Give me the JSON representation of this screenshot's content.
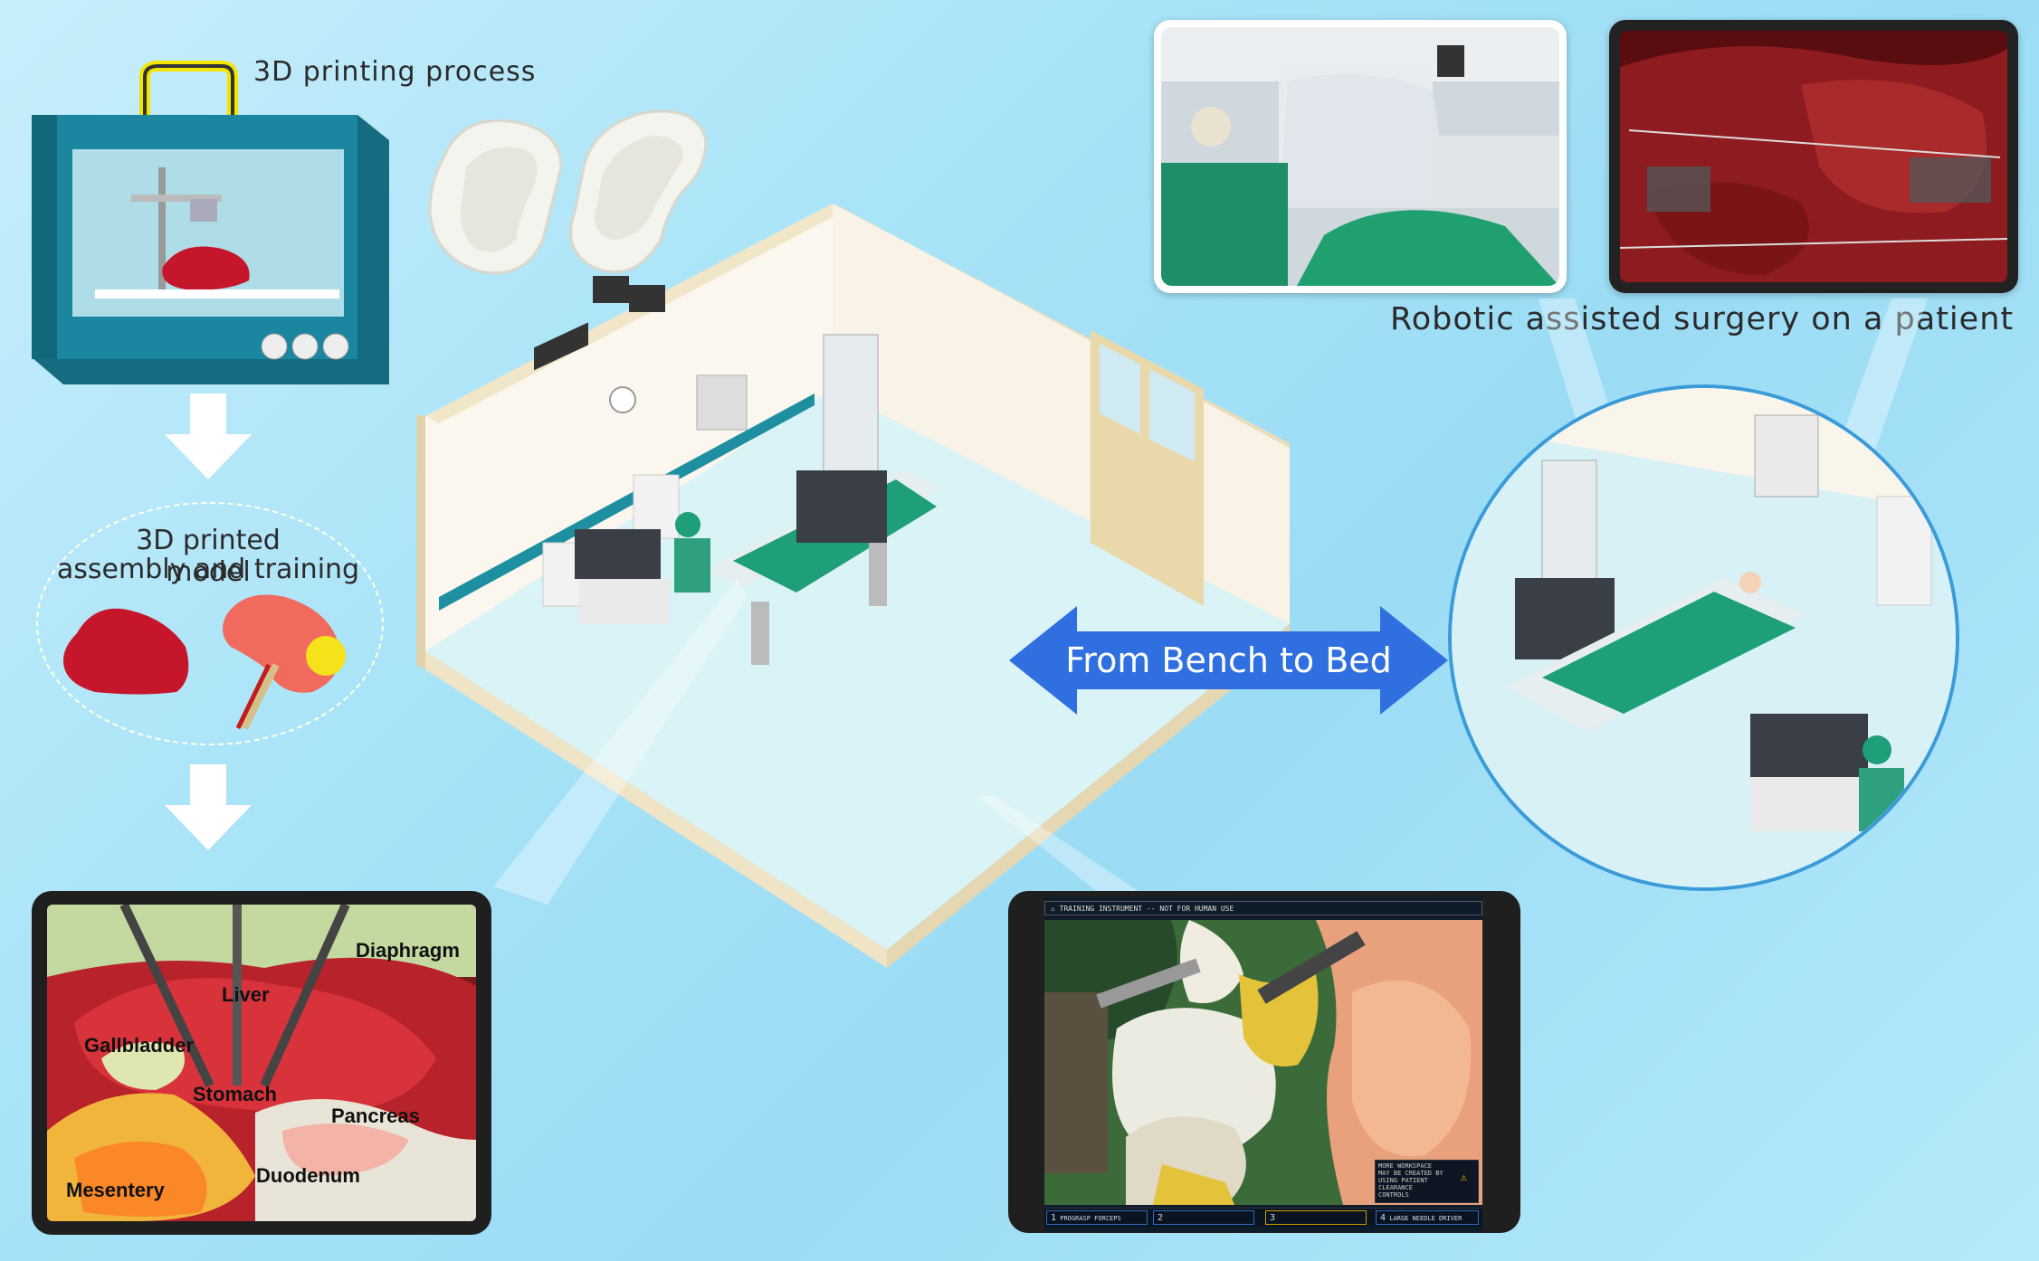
{
  "left": {
    "printing_title": "3D printing process",
    "assembly_title_line1": "3D printed model",
    "assembly_title_line2": "assembly and training"
  },
  "organ_labels": {
    "diaphragm": "Diaphragm",
    "liver": "Liver",
    "gallbladder": "Gallbladder",
    "stomach": "Stomach",
    "pancreas": "Pancreas",
    "mesentery": "Mesentery",
    "duodenum": "Duodenum"
  },
  "center": {
    "bench_to_bed": "From Bench to Bed"
  },
  "right": {
    "robotic_caption": "Robotic assisted surgery on a patient"
  },
  "console": {
    "warning_banner": "TRAINING INSTRUMENT -- NOT FOR HUMAN USE",
    "workspace_notice_1": "MORE WORKSPACE",
    "workspace_notice_2": "MAY BE CREATED BY",
    "workspace_notice_3": "USING PATIENT",
    "workspace_notice_4": "CLEARANCE",
    "workspace_notice_5": "CONTROLS",
    "arm1_num": "1",
    "arm1_label": "PROGRASP FORCEPS",
    "arm2_num": "2",
    "arm3_num": "3",
    "arm4_num": "4",
    "arm4_label": "LARGE NEEDLE DRIVER"
  },
  "colors": {
    "arrow_blue": "#2f6fe0",
    "printer_teal": "#1b7d94",
    "drape_green": "#1f9e7a",
    "circle_border": "#3a9bd8"
  }
}
